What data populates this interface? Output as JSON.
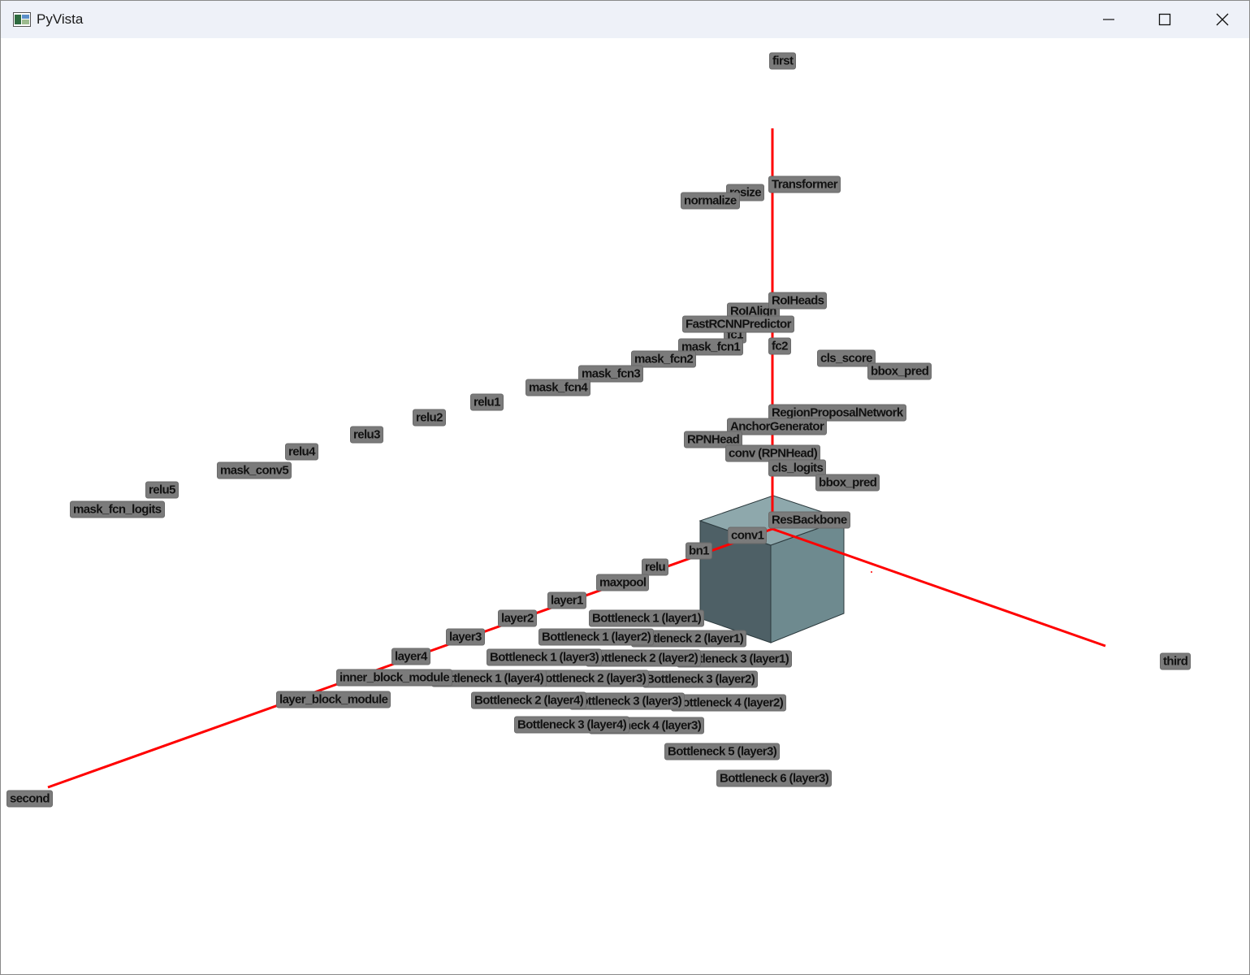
{
  "window": {
    "title": "PyVista"
  },
  "controls": {
    "minimize_icon": "minimize-icon",
    "maximize_icon": "maximize-icon",
    "close_icon": "close-icon"
  },
  "colors": {
    "axis": "#ff0000",
    "cube_top": "#8ea8ac",
    "cube_left": "#4e6066",
    "cube_right": "#6e8a8f",
    "label_bg": "#7b7b7b",
    "titlebar_bg": "#eef1f8"
  },
  "axis_labels": {
    "first": "first",
    "second": "second",
    "third": "third"
  },
  "labels": {
    "transformer": "Transformer",
    "resize": "resize",
    "normalize": "normalize",
    "roiheads": "RoIHeads",
    "roialign": "RoIAlign",
    "fastrcnnpredictor": "FastRCNNPredictor",
    "fc1": "fc1",
    "mask_fcn1": "mask_fcn1",
    "fc2": "fc2",
    "mask_fcn2": "mask_fcn2",
    "cls_score": "cls_score",
    "bbox_pred_roi": "bbox_pred",
    "mask_fcn3": "mask_fcn3",
    "mask_fcn4": "mask_fcn4",
    "relu1": "relu1",
    "relu2": "relu2",
    "relu3": "relu3",
    "relu4": "relu4",
    "mask_conv5": "mask_conv5",
    "relu5": "relu5",
    "mask_fcn_logits": "mask_fcn_logits",
    "rpn": "RegionProposalNetwork",
    "anchor": "AnchorGenerator",
    "rpnhead": "RPNHead",
    "conv_rpnhead": "conv (RPNHead)",
    "cls_logits": "cls_logits",
    "bbox_pred_rpn": "bbox_pred",
    "resbackbone": "ResBackbone",
    "conv1": "conv1",
    "bn1": "bn1",
    "relu": "relu",
    "maxpool": "maxpool",
    "layer1": "layer1",
    "layer2": "layer2",
    "layer3": "layer3",
    "layer4": "layer4",
    "inner_block_module": "inner_block_module",
    "layer_block_module": "layer_block_module",
    "b1_l1": "Bottleneck 1 (layer1)",
    "b2_l1": "Bottleneck 2 (layer1)",
    "b3_l1": "Bottleneck 3 (layer1)",
    "b1_l2": "Bottleneck 1 (layer2)",
    "b2_l2": "Bottleneck 2 (layer2)",
    "b3_l2": "Bottleneck 3 (layer2)",
    "b4_l2": "Bottleneck 4 (layer2)",
    "b1_l3": "Bottleneck 1 (layer3)",
    "b2_l3": "Bottleneck 2 (layer3)",
    "b3_l3": "Bottleneck 3 (layer3)",
    "b4_l3": "Bottleneck 4 (layer3)",
    "b5_l3": "Bottleneck 5 (layer3)",
    "b6_l3": "Bottleneck 6 (layer3)",
    "b1_l4": "Bottleneck 1 (layer4)",
    "b2_l4": "Bottleneck 2 (layer4)",
    "b3_l4": "Bottleneck 3 (layer4)"
  }
}
